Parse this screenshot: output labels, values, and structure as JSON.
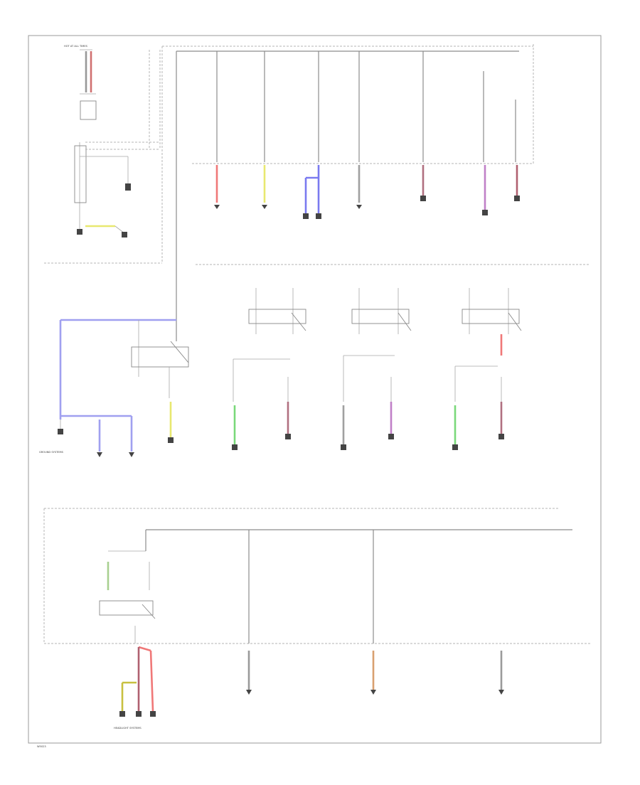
{
  "colors": {
    "red": "#f07878",
    "yellow": "#e8e870",
    "blue": "#7a7af0",
    "gray": "#9a9a9a",
    "maroon": "#b07080",
    "purple": "#c080c8",
    "green": "#7ad87a",
    "orange": "#d8a070",
    "dark_maroon": "#b06070",
    "dark_yellow": "#c8c040",
    "light_blue": "#a0a0f0"
  },
  "labels": {
    "battery_top": "HOT AT ALL TIMES",
    "ground_systems_left": "GROUND SYSTEMS",
    "headlight_systems": "HEADLIGHT SYSTEMS",
    "corner_ref": "W5023"
  },
  "icons": {
    "ground": "ground-symbol-icon",
    "relay": "relay-switch-icon",
    "fuse": "fuse-icon"
  }
}
